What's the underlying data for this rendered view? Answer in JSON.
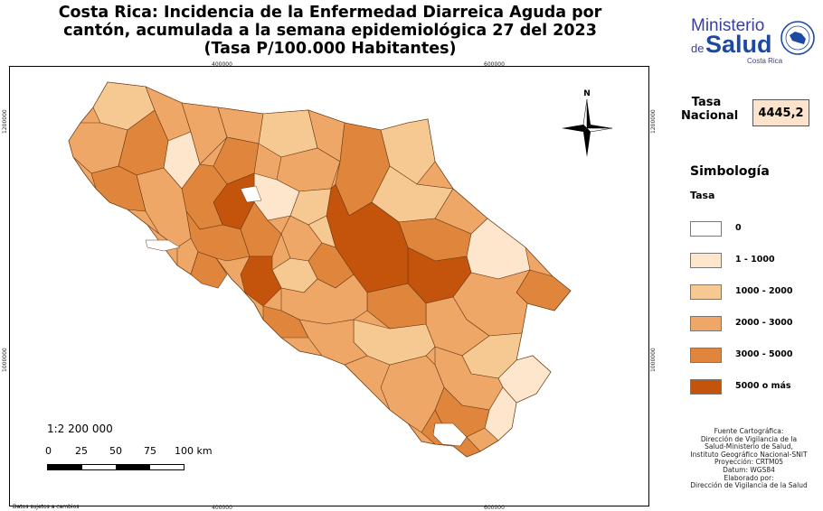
{
  "title": {
    "line1": "Costa Rica: Incidencia de la Enfermedad Diarreica Aguda por",
    "line2": "cantón, acumulada a la semana epidemiológica 27 del 2023",
    "line3": "(Tasa P/100.000 Habitantes)"
  },
  "logo": {
    "line1": "Ministerio",
    "prefix": "de",
    "name": "Salud",
    "country": "Costa Rica"
  },
  "coords": {
    "top_left": "400000",
    "top_right": "600000",
    "bottom_left": "400000",
    "bottom_right": "600000",
    "left_top": "1200000",
    "left_bottom": "1000000",
    "right_top": "1200000",
    "right_bottom": "1000000"
  },
  "north_label": "N",
  "tasa_nacional": {
    "label_line1": "Tasa",
    "label_line2": "Nacional",
    "value": "4445,2"
  },
  "legend": {
    "title": "Simbología",
    "subtitle": "Tasa",
    "items": [
      {
        "label": "0",
        "color": "#ffffff"
      },
      {
        "label": "1 - 1000",
        "color": "#fde6cc"
      },
      {
        "label": "1000 - 2000",
        "color": "#f6c993"
      },
      {
        "label": "2000 - 3000",
        "color": "#eea767"
      },
      {
        "label": "3000 - 5000",
        "color": "#df853c"
      },
      {
        "label": "5000 o más",
        "color": "#c4540c"
      }
    ]
  },
  "scale": {
    "ratio": "1:2 200 000",
    "ticks": [
      "0",
      "25",
      "50",
      "75",
      "100 km"
    ]
  },
  "credits": [
    "Fuente Cartográfica:",
    "Dirección de Vigilancia de la",
    "Salud-Ministerio de Salud,",
    "Instituto Geográfico Nacional-SNIT",
    "Proyección: CRTM05",
    "Datum: WGS84",
    "Elaborado por:",
    "Dirección de Vigilancia de la Salud"
  ],
  "disclaimer": "Datos sujetos a cambios"
}
